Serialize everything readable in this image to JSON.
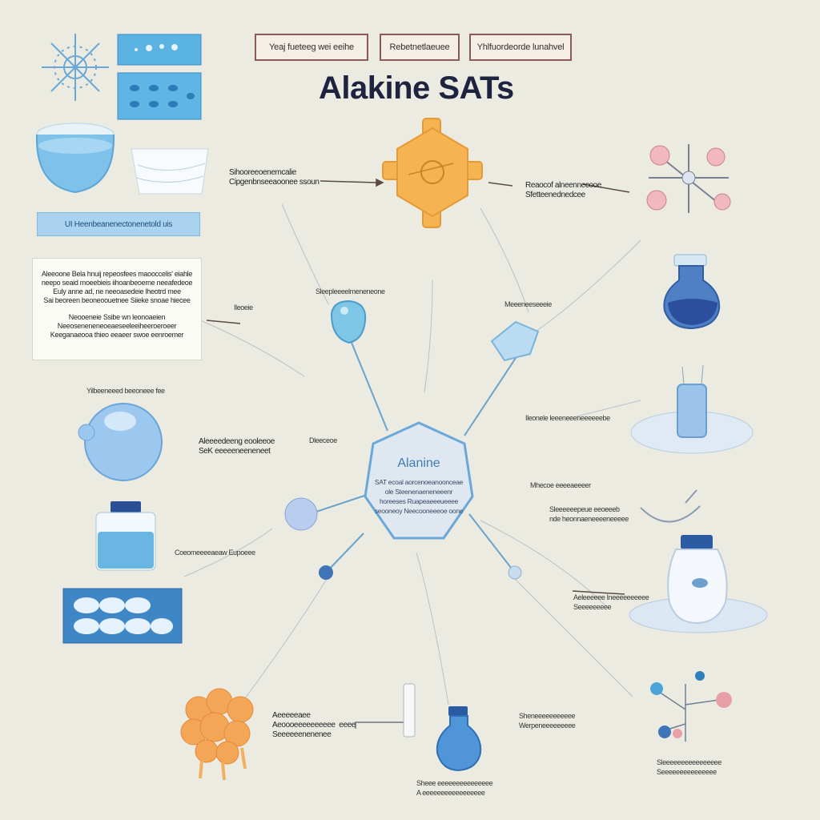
{
  "title": "Alakine SATs",
  "header_tabs": [
    "Yeaj fueteeg wei eeihe",
    "Rebetnetlaeuee",
    "Yhlfuordeorde lunahvel"
  ],
  "left_banner": "UI Heenbeanenectonenetold uis",
  "left_info_box": {
    "lines_top": [
      "Aleeoone Bela hnuij repeosfees maooccelis' eiahle",
      "neepo seaid moeebieis iihoanbeoerne neeafedeoe",
      "Euly anne ad, ne neeoasedeie lheotrd mee",
      "Sai beoreen beoneoouetnee Siieke snoae hiecee"
    ],
    "lines_bottom": [
      "Neooeneie Ssibe wn leonoaeien",
      "Neeoseneneneoeaeseeleeiheeroeroeer",
      "Keeganaeooa thieo eeaeer swoe eenroemer"
    ]
  },
  "center_node": {
    "title": "Alanine",
    "description": "SAT ecoal aorcenoeanoonceae ole Steenenaeneneeenr horeeses Ruapeaeeeueeee seooneoy Neecooneeeoe oone"
  },
  "labels": {
    "top_left_arrow": "Sihooreeoenemcalie\nCipgenbnseeaoonee ssoun",
    "top_right_arrow": "Reaocof alneennecooe\nSfetteenednedcee",
    "mid_left_1": "Sleepleeeelmeneneone",
    "mid_left_2": "Ileoeie",
    "mid_right_1": "Meeeneeseeeie",
    "left_sphere": "Yilbeeneeed beeoneee fee",
    "left_mid": "Aleeeedeeng eooleeoe\nSeK eeeeeneeneneet",
    "left_mid_2": "Dleeceoe",
    "left_bottle": "Coeomeeeeaeaw Eupoeee",
    "right_mid_1": "Ileonele leeeneeeneeeeeebe",
    "right_mid_2": "Mhecoe eeeeaeeeer",
    "right_mid_3": "Sleeeeeepeue eeoeeeb\nnde heonnaeneeeeneeeee",
    "right_low": "Aeleeeeee Ineeeeeeeeee\nSeeeeeeeee",
    "bottom_left": "Aeeeeeaee\nAeoooeeeeeeeeee  eeee\nSeeeeeenenenee",
    "bottom_right": "Sheneeeeeeeeeee\nWerpeneeeeeeeee",
    "bottom_center": "Sheee eeeeeeeeeeeeeee\nA eeeeeeeeeeeeeeeee",
    "bottom_far_right": "Sleeeeeeeeeeeeeeee\nSeeeeeeeeeeeeeee"
  },
  "colors": {
    "background": "#ecebe2",
    "accent_blue": "#6aa8da",
    "orange": "#f3b45a",
    "title": "#1e2340"
  }
}
